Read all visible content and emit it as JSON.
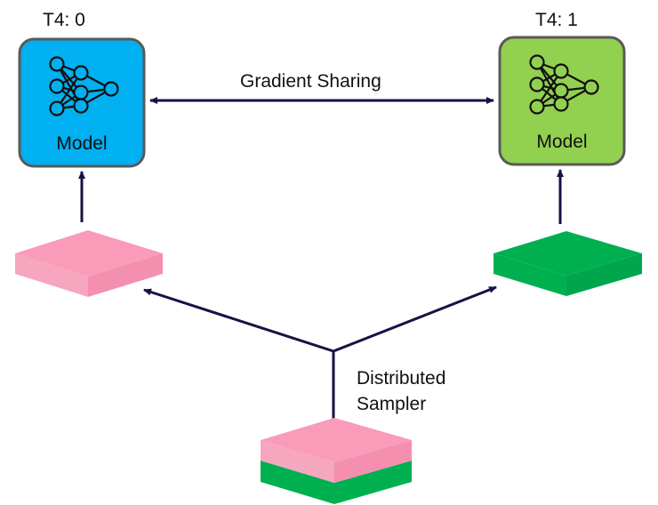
{
  "workers": [
    {
      "id_label": "T4: 0",
      "model_label": "Model",
      "box_color": "#00B0F0",
      "shard_color": "#F99BB9"
    },
    {
      "id_label": "T4: 1",
      "model_label": "Model",
      "box_color": "#92D050",
      "shard_color": "#00B050"
    }
  ],
  "link_label": "Gradient Sharing",
  "sampler_label_line1": "Distributed",
  "sampler_label_line2": "Sampler",
  "colors": {
    "arrow": "#1A1046",
    "box_border": "#595959",
    "shard_pink": "#F99BB9",
    "shard_pink_dark": "#E98AAA",
    "shard_green": "#00B050",
    "shard_green_dark": "#00A048"
  }
}
